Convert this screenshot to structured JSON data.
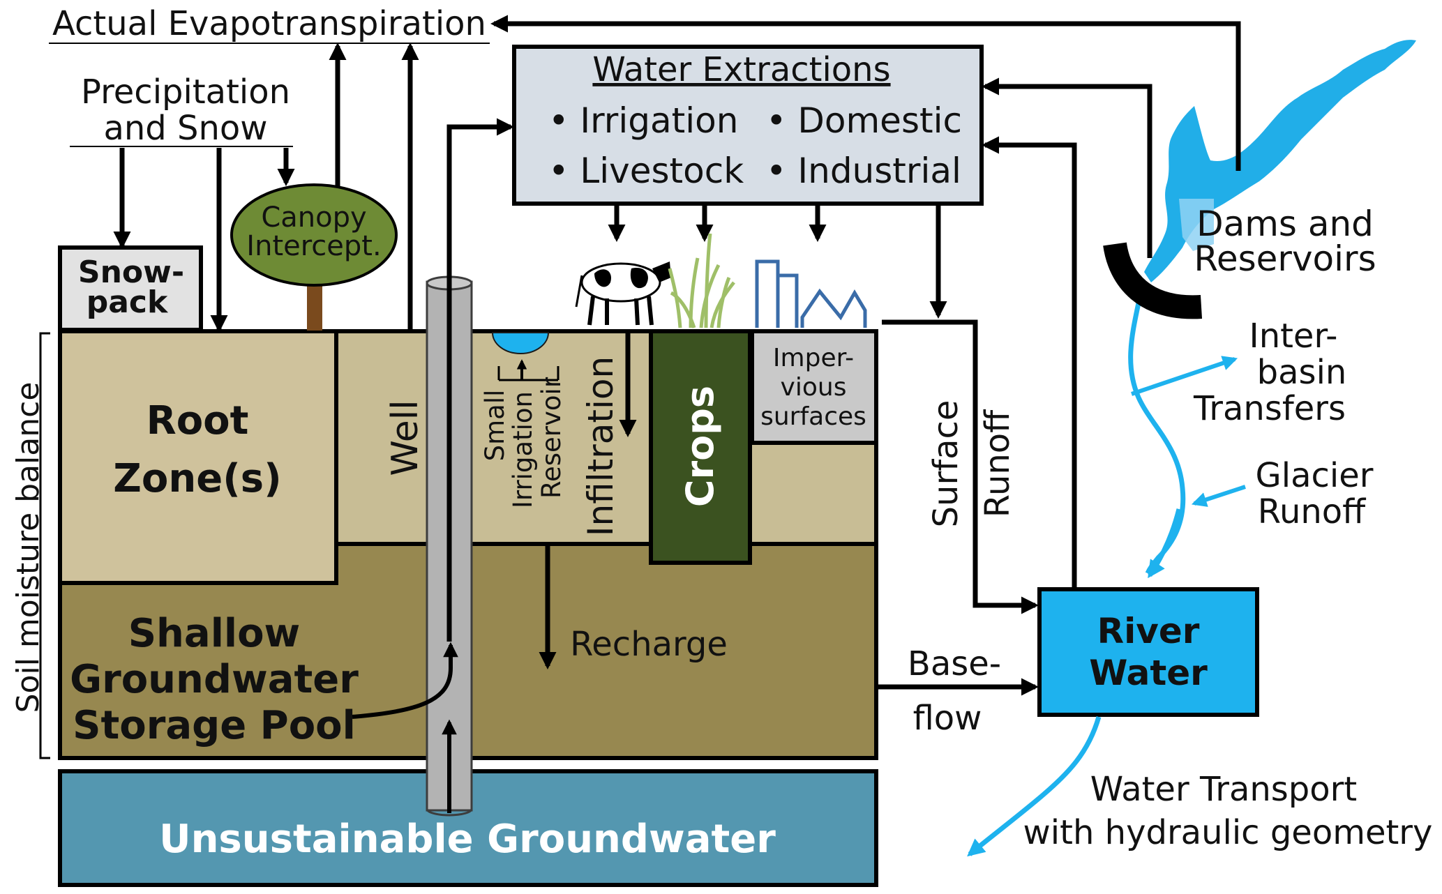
{
  "labels": {
    "actual_et": "Actual Evapotranspiration",
    "precip_line1": "Precipitation",
    "precip_line2": "and Snow",
    "canopy_line1": "Canopy",
    "canopy_line2": "Intercept.",
    "snowpack_line1": "Snow-",
    "snowpack_line2": "pack",
    "root_line1": "Root",
    "root_line2": "Zone(s)",
    "soil_moisture": "Soil moisture balance",
    "well": "Well",
    "small_res_line1": "Small",
    "small_res_line2": "Irrigation",
    "small_res_line3": "Reservoir",
    "infiltration": "Infiltration",
    "crops": "Crops",
    "imperv_line1": "Imper-",
    "imperv_line2": "vious",
    "imperv_line3": "surfaces",
    "shallow_line1": "Shallow",
    "shallow_line2": "Groundwater",
    "shallow_line3": "Storage Pool",
    "recharge": "Recharge",
    "unsustainable": "Unsustainable Groundwater",
    "surface_runoff_line1": "Surface",
    "surface_runoff_line2": "Runoff",
    "baseflow_line1": "Base-",
    "baseflow_line2": "flow",
    "river_line1": "River",
    "river_line2": "Water",
    "dams_line1": "Dams and",
    "dams_line2": "Reservoirs",
    "interbasin_line1": "Inter-",
    "interbasin_line2": "basin",
    "interbasin_line3": "Transfers",
    "glacier_line1": "Glacier",
    "glacier_line2": "Runoff",
    "transport_line1": "Water Transport",
    "transport_line2": "with hydraulic geometry"
  },
  "water_extractions": {
    "title": "Water Extractions",
    "items": [
      "• Irrigation",
      "• Domestic",
      "• Livestock",
      "• Industrial"
    ]
  },
  "colors": {
    "root_zone": "#cfc29c",
    "upper_soil": "#c8bd95",
    "shallow_gw": "#978850",
    "unsustainable_gw": "#5497b0",
    "crops": "#3b5220",
    "impervious": "#c9c9c9",
    "extractions_box": "#d7dee6",
    "snowpack": "#e2e2e2",
    "canopy": "#6e8b35",
    "river": "#1eb2ee",
    "lake": "#21aee8",
    "well_pipe": "#b3b3b3"
  }
}
